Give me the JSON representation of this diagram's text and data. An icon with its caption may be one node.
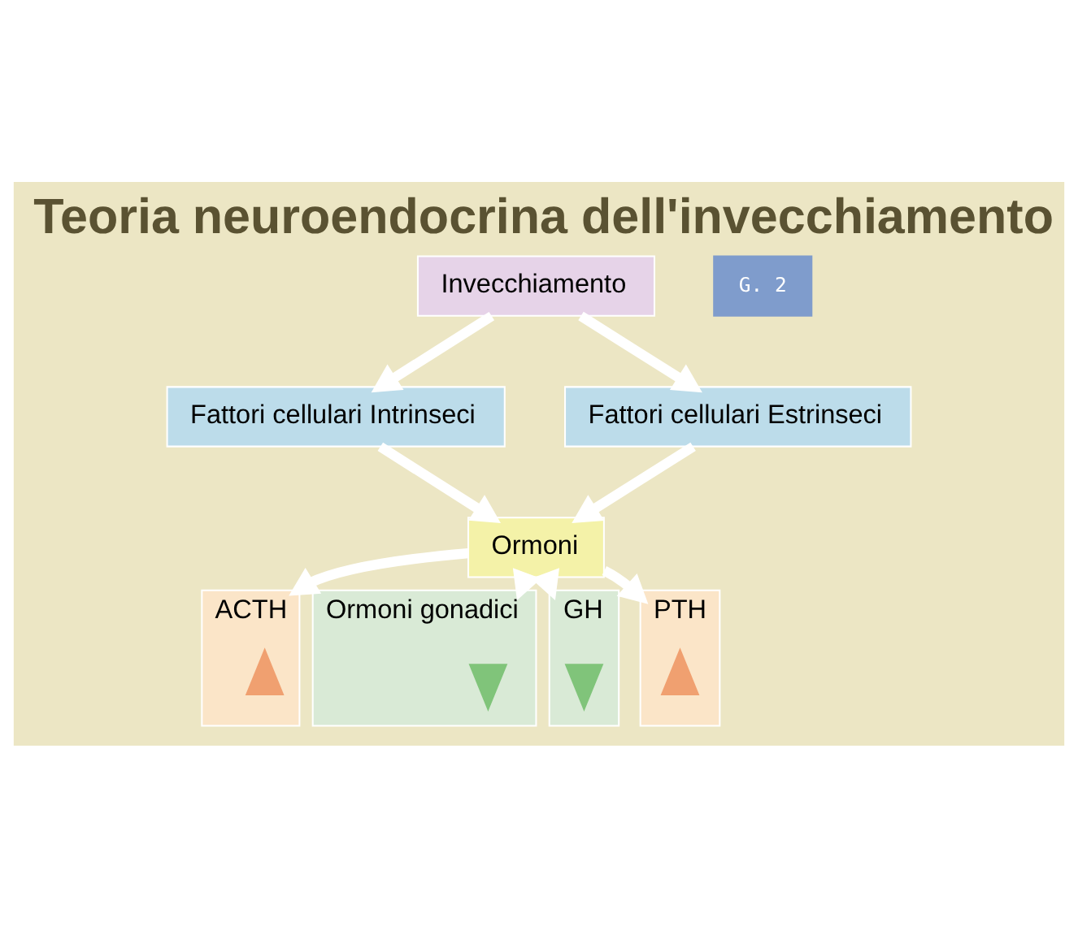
{
  "diagram": {
    "title": "Teoria neuroendocrina dell'invecchiamento",
    "nodes": [
      {
        "text": [
          "Invecchiamento"
        ]
      },
      {
        "text": [
          "Fattori cellulari Intrinseci"
        ]
      },
      {
        "text": [
          "Fattori cellulari Estrinseci"
        ]
      },
      {
        "text": [
          "Ormoni"
        ]
      },
      {
        "text": [
          "ACTH"
        ]
      },
      {
        "text": [],
        "shape": "arrow",
        "in": 4
      },
      {
        "text": [
          "Ormoni gonadici"
        ]
      },
      {
        "text": [],
        "shape": "arrow",
        "in": 6
      },
      {
        "text": [
          "GH"
        ]
      },
      {
        "text": [],
        "shape": "arrow",
        "in": 8
      },
      {
        "text": [
          "PTH"
        ]
      },
      {
        "text": [],
        "shape": "arrow",
        "in": 10
      }
    ],
    "edges": [
      {
        "from": 0,
        "to": 1,
        "arrow": "to"
      },
      {
        "from": 0,
        "to": 2,
        "arrow": "to"
      },
      {
        "from": 1,
        "to": 3,
        "arrow": "to"
      },
      {
        "from": 2,
        "to": 3,
        "arrow": "to"
      },
      {
        "from": 3,
        "to": 4,
        "arrow": "to"
      },
      {
        "from": 3,
        "to": 6,
        "arrow": "to"
      },
      {
        "from": 3,
        "to": 8,
        "arrow": "to"
      },
      {
        "from": 3,
        "to": 10,
        "arrow": "to"
      }
    ],
    "labels": [
      "G. 2"
    ]
  }
}
